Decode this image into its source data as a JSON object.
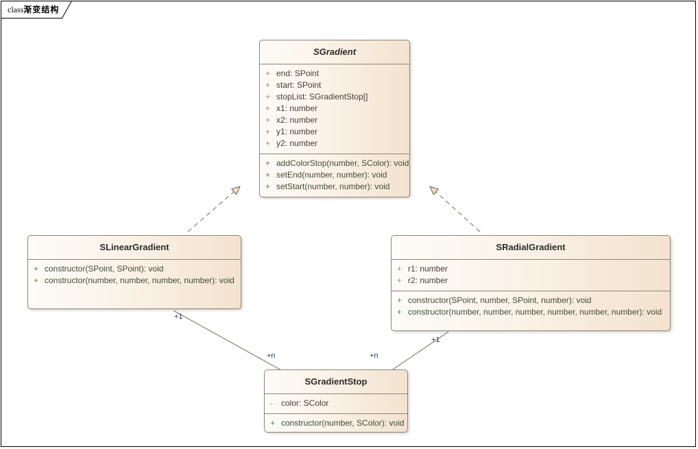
{
  "frame": {
    "keyword": "class",
    "name": "渐变结构"
  },
  "colors": {
    "box_border": "#8c8577",
    "box_fill_light": "#fdfbf8",
    "box_fill_dark": "#f3e2cf",
    "attribute_visibility": "#c9803b",
    "attribute_text": "#4a3b33",
    "operation_visibility": "#4f8a3d",
    "operation_text": "#3f4a35",
    "link_line": "#8a8275",
    "multiplicity_text": "#2a3550",
    "arrowhead_fill": "#f5dfbd",
    "frame_border": "#000000"
  },
  "classes": {
    "sgradient": {
      "name": "SGradient",
      "abstract": true,
      "attributes": [
        {
          "visibility": "+",
          "text": "end: SPoint"
        },
        {
          "visibility": "+",
          "text": "start: SPoint"
        },
        {
          "visibility": "+",
          "text": "stopList: SGradientStop[]"
        },
        {
          "visibility": "+",
          "text": "x1: number"
        },
        {
          "visibility": "+",
          "text": "x2: number"
        },
        {
          "visibility": "+",
          "text": "y1: number"
        },
        {
          "visibility": "+",
          "text": "y2: number"
        }
      ],
      "operations": [
        {
          "visibility": "+",
          "text": "addColorStop(number, SColor): void"
        },
        {
          "visibility": "+",
          "text": "setEnd(number, number): void"
        },
        {
          "visibility": "+",
          "text": "setStart(number, number): void"
        }
      ]
    },
    "slineargradient": {
      "name": "SLinearGradient",
      "abstract": false,
      "attributes": [],
      "operations": [
        {
          "visibility": "+",
          "text": "constructor(SPoint, SPoint): void"
        },
        {
          "visibility": "+",
          "text": "constructor(number, number, number, number): void"
        }
      ]
    },
    "sradialgradient": {
      "name": "SRadialGradient",
      "abstract": false,
      "attributes": [
        {
          "visibility": "+",
          "text": "r1: number"
        },
        {
          "visibility": "+",
          "text": "r2: number"
        }
      ],
      "operations": [
        {
          "visibility": "+",
          "text": "constructor(SPoint, number, SPoint, number): void"
        },
        {
          "visibility": "+",
          "text": "constructor(number, number, number, number, number, number): void"
        }
      ]
    },
    "sgradientstop": {
      "name": "SGradientStop",
      "abstract": false,
      "attributes": [
        {
          "visibility": "-",
          "text": "color: SColor"
        }
      ],
      "operations": [
        {
          "visibility": "+",
          "text": "constructor(number, SColor): void"
        }
      ]
    }
  },
  "relations": [
    {
      "id": "linear-realizes-gradient",
      "type": "realization",
      "style": "dashed",
      "from": "SLinearGradient",
      "to": "SGradient",
      "source_multiplicity": "",
      "target_multiplicity": ""
    },
    {
      "id": "radial-realizes-gradient",
      "type": "realization",
      "style": "dashed",
      "from": "SRadialGradient",
      "to": "SGradient",
      "source_multiplicity": "",
      "target_multiplicity": ""
    },
    {
      "id": "linear-has-stops",
      "type": "association",
      "style": "solid",
      "from": "SLinearGradient",
      "to": "SGradientStop",
      "source_multiplicity": "+1",
      "target_multiplicity": "+n"
    },
    {
      "id": "radial-has-stops",
      "type": "association",
      "style": "solid",
      "from": "SRadialGradient",
      "to": "SGradientStop",
      "source_multiplicity": "+1",
      "target_multiplicity": "+n"
    }
  ],
  "multiplicity_labels": {
    "linear_one": "+1",
    "linear_many": "+n",
    "radial_one": "+1",
    "radial_many": "+n"
  }
}
